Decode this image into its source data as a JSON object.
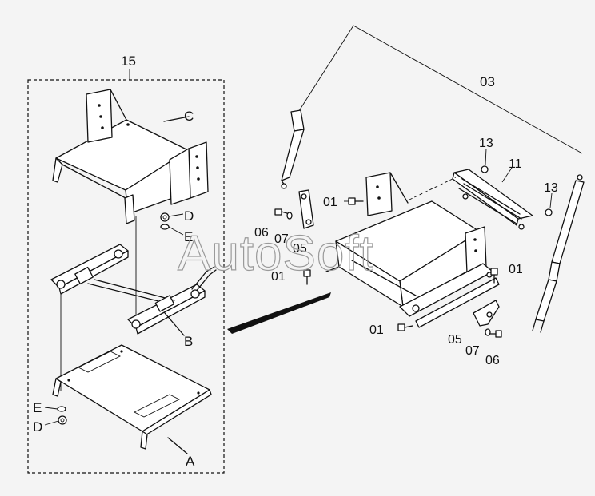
{
  "watermark": "AutoSoft",
  "labels": {
    "group_15": "15",
    "part_03": "03",
    "part_13_a": "13",
    "part_13_b": "13",
    "part_11": "11",
    "part_01_a": "01",
    "part_01_b": "01",
    "part_01_c": "01",
    "part_01_d": "01",
    "part_06_a": "06",
    "part_06_b": "06",
    "part_07_a": "07",
    "part_07_b": "07",
    "part_05_a": "05",
    "part_05_b": "05",
    "sub_C": "C",
    "sub_D_top": "D",
    "sub_E_top": "E",
    "sub_B": "B",
    "sub_E_bottom": "E",
    "sub_D_bottom": "D",
    "sub_A": "A"
  }
}
